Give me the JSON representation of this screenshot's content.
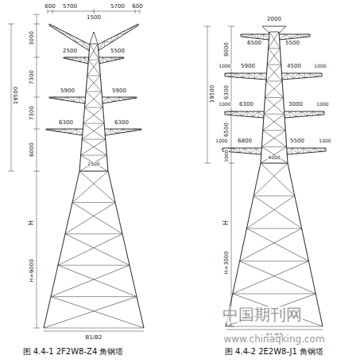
{
  "diagram": {
    "labels": [
      "600",
      "5700",
      "5700",
      "600",
      "1500",
      "3000",
      "2500",
      "5500",
      "19500",
      "7300",
      "5900",
      "5900",
      "7300",
      "6300",
      "6300",
      "2500",
      "8000",
      "H",
      "H=9000",
      "B1/B2",
      "图 4.4-1 2F2W8-Z4 角钢塔",
      "2000",
      "6500",
      "5500",
      "1000",
      "5900",
      "4500",
      "1000",
      "1000",
      "6300",
      "3000",
      "1000",
      "1000",
      "6800",
      "5500",
      "1000",
      "4000",
      "8000",
      "6300",
      "6500",
      "3000",
      "19500",
      "H",
      "H=3000",
      "B1/B2",
      "图 4.4-2 2E2W8-J1 角钢塔",
      "中国期刊网",
      "www.chinaqking.com"
    ]
  }
}
